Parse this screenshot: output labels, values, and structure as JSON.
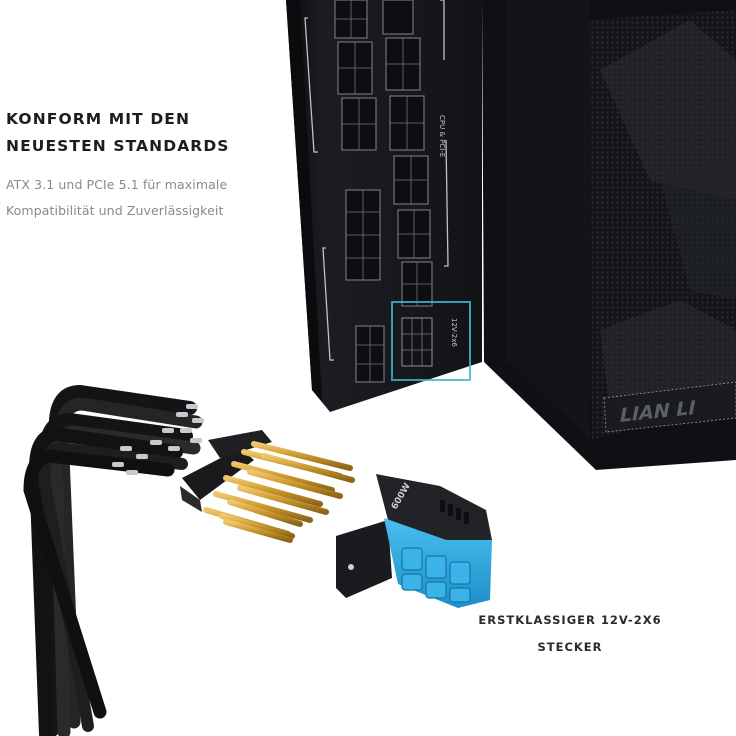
{
  "headline": {
    "line1": "KONFORM MIT DEN",
    "line2": "NEUESTEN STANDARDS"
  },
  "subtext": {
    "line1": "ATX 3.1 und PCIe 5.1 für maximale",
    "line2": "Kompatibilität und Zuverlässigkeit"
  },
  "caption": {
    "line1": "ERSTKLASSIGER 12V-2X6",
    "line2": "STECKER"
  },
  "psu": {
    "label_cpu_pcie": "CPU & PCI-E",
    "label_12v": "12V-2x6",
    "highlight_color": "#3fb6cc"
  },
  "case": {
    "brand": "LIAN LI"
  },
  "connector": {
    "marking": "600W",
    "housing_color": "#2aa3dc"
  },
  "colors": {
    "background": "#ffffff",
    "dark_body": "#15171c",
    "pin_gold": "#c9962c"
  }
}
